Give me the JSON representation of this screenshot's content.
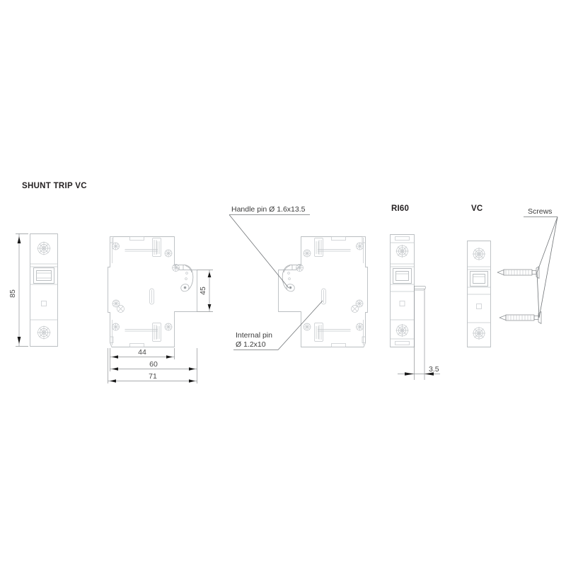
{
  "page": {
    "title": "SHUNT TRIP VC",
    "background": "#ffffff",
    "line_color": "#b9bdc0",
    "text_color": "#231f20"
  },
  "views": {
    "front": {
      "name": "front-view",
      "height_dim": "85"
    },
    "side_left": {
      "name": "side-view-left",
      "dims": {
        "depth_inner": "44",
        "depth_mid": "60",
        "depth_total": "71",
        "height_partial": "45"
      }
    },
    "side_right": {
      "name": "side-view-right-mirrored",
      "annotations": {
        "handle_pin": "Handle pin Ø 1.6x13.5",
        "internal_pin_line1": "Internal pin",
        "internal_pin_line2": "Ø 1.2x10"
      }
    },
    "ri60": {
      "label": "RI60",
      "thickness_dim": "3.5"
    },
    "vc": {
      "label": "VC"
    },
    "screws": {
      "label": "Screws",
      "count": 2
    }
  }
}
